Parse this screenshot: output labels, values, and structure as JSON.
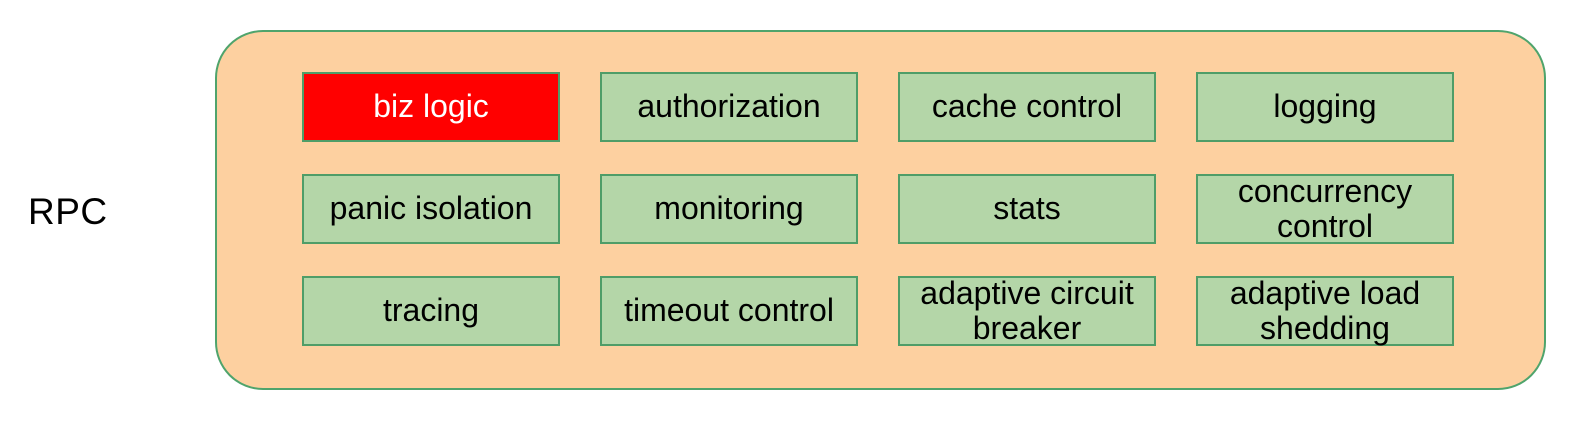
{
  "colors": {
    "container_fill": "#fdd0a0",
    "container_border": "#4fa46c",
    "box_fill": "#b4d6a8",
    "box_border": "#4f9d68",
    "highlight_fill": "#ff0000",
    "highlight_text": "#ffffff",
    "text": "#000000"
  },
  "diagram": {
    "label": "RPC",
    "boxes": [
      {
        "label": "biz logic",
        "highlighted": true
      },
      {
        "label": "authorization",
        "highlighted": false
      },
      {
        "label": "cache control",
        "highlighted": false
      },
      {
        "label": "logging",
        "highlighted": false
      },
      {
        "label": "panic isolation",
        "highlighted": false
      },
      {
        "label": "monitoring",
        "highlighted": false
      },
      {
        "label": "stats",
        "highlighted": false
      },
      {
        "label": "concurrency\ncontrol",
        "highlighted": false
      },
      {
        "label": "tracing",
        "highlighted": false
      },
      {
        "label": "timeout control",
        "highlighted": false
      },
      {
        "label": "adaptive circuit\nbreaker",
        "highlighted": false
      },
      {
        "label": "adaptive load\nshedding",
        "highlighted": false
      }
    ]
  }
}
